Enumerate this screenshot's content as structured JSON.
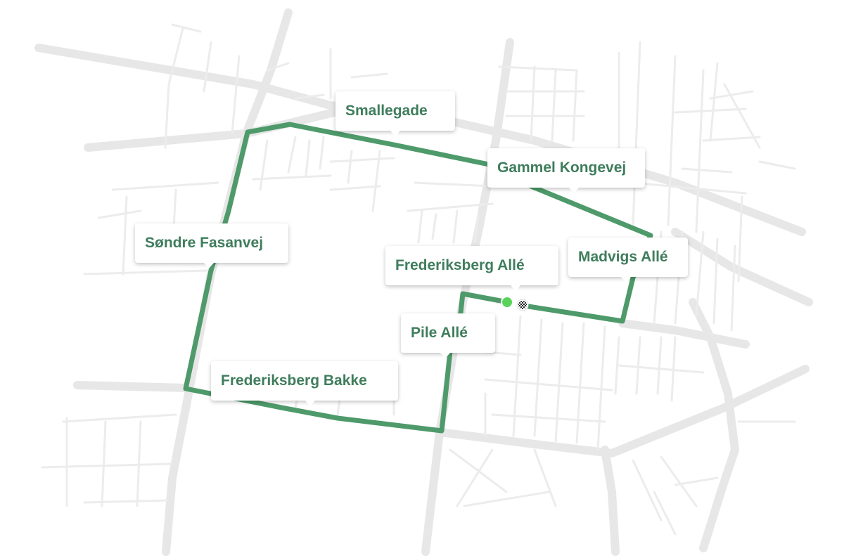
{
  "map": {
    "route_color": "#4e9a6a",
    "label_text_color": "#3f7d5c",
    "street_color": "#e7e7e7",
    "labels": [
      {
        "id": "smallegade",
        "text": "Smallegade"
      },
      {
        "id": "gammel-kongevej",
        "text": "Gammel Kongevej"
      },
      {
        "id": "sondre-fasanvej",
        "text": "Søndre Fasanvej"
      },
      {
        "id": "frederiksberg-alle",
        "text": "Frederiksberg Allé"
      },
      {
        "id": "madvigs-alle",
        "text": "Madvigs Allé"
      },
      {
        "id": "pile-alle",
        "text": "Pile Allé"
      },
      {
        "id": "frederiksberg-bakke",
        "text": "Frederiksberg  Bakke"
      }
    ],
    "markers": {
      "start": {
        "icon": "start-dot-icon",
        "color": "#5ad35a"
      },
      "finish": {
        "icon": "checkered-flag-icon"
      }
    }
  }
}
